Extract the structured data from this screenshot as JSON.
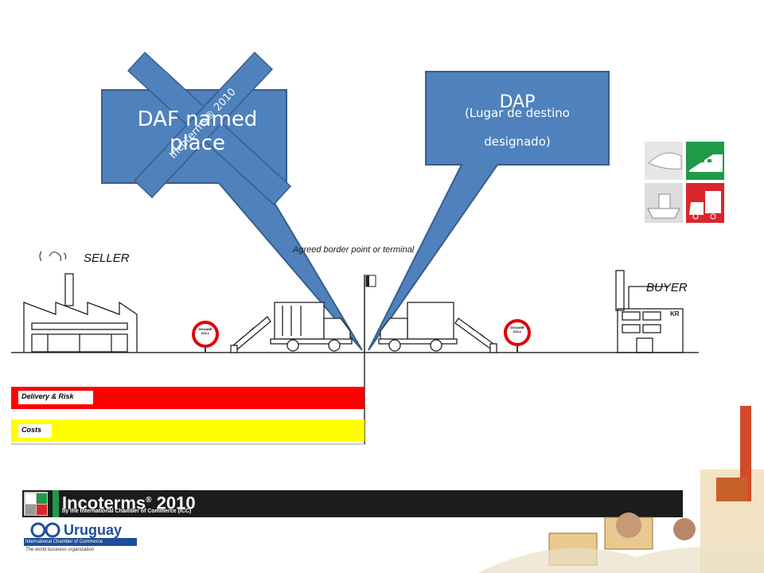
{
  "callouts": {
    "daf": {
      "text": "DAF (named place)",
      "visible_text": "DAF named place",
      "status": "crossed out"
    },
    "dap": {
      "title": "DAP",
      "subtitle": "(Lugar de destino designado)"
    },
    "cross_banner": "Incoterms® 2010"
  },
  "diagram": {
    "border_label": "Agreed border point or terminal",
    "seller_label": "SELLER",
    "buyer_label": "BUYER",
    "customs_sign_top": "DOUANE",
    "customs_sign_bottom": "ZOLL",
    "buyer_building_sign": "KR"
  },
  "bars": {
    "delivery_risk": {
      "label": "Delivery & Risk",
      "color": "#ff0000"
    },
    "costs": {
      "label": "Costs",
      "color": "#ffff00"
    }
  },
  "transport_icons": [
    "plane-icon",
    "train-icon",
    "ship-icon",
    "truck-icon"
  ],
  "footer": {
    "brand": "Incoterms",
    "brand_year": "2010",
    "brand_tagline": "by the International Chamber of Commerce (ICC)",
    "org_name": "Uruguay",
    "org_line1": "International Chamber of Commerce",
    "org_line2": "The world business organization"
  },
  "colors": {
    "callout_blue": "#4f81bd",
    "callout_border": "#385d8a",
    "delivery_risk": "#ff0000",
    "costs": "#ffff00",
    "footer_bar": "#1c1c1c"
  }
}
